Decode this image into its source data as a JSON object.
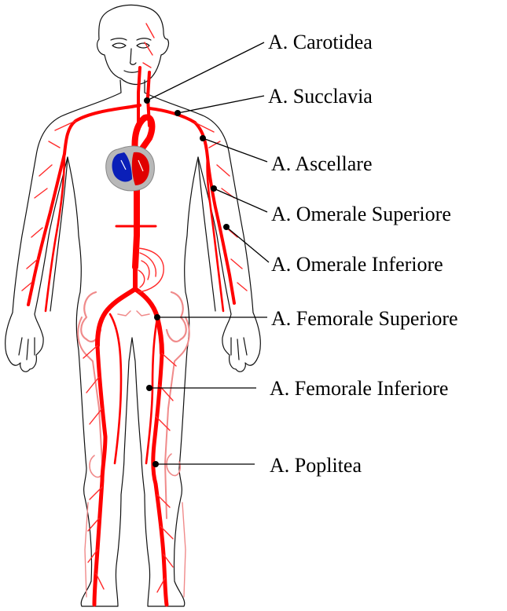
{
  "diagram": {
    "labels": [
      "A. Carotidea",
      "A. Succlavia",
      "A. Ascellare",
      "A. Omerale Superiore",
      "A. Omerale Inferiore",
      "A. Femorale Superiore",
      "A. Femorale Inferiore",
      "A. Poplitea"
    ]
  },
  "colors": {
    "artery": "#ff0000",
    "artery_pale": "#f08a8a",
    "heart_red": "#e00000",
    "heart_blue": "#0a1fb8",
    "pericardium": "#b8b8b8",
    "outline": "#111111",
    "leader": "#000000"
  }
}
